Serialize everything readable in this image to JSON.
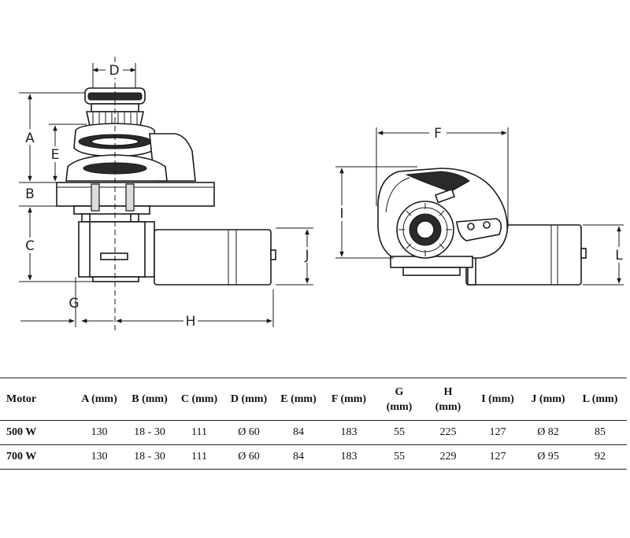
{
  "dimension_labels": {
    "A": "A",
    "B": "B",
    "C": "C",
    "D": "D",
    "E": "E",
    "F": "F",
    "G": "G",
    "H": "H",
    "I": "I",
    "J": "J",
    "L": "L"
  },
  "table": {
    "headers": [
      {
        "id": "motor",
        "text": "Motor"
      },
      {
        "id": "a",
        "text": "A (mm)"
      },
      {
        "id": "b",
        "text": "B (mm)"
      },
      {
        "id": "c",
        "text": "C (mm)"
      },
      {
        "id": "d",
        "text": "D (mm)"
      },
      {
        "id": "e",
        "text": "E (mm)"
      },
      {
        "id": "f",
        "text": "F (mm)"
      },
      {
        "id": "g",
        "line1": "G",
        "line2": "(mm)"
      },
      {
        "id": "h",
        "line1": "H",
        "line2": "(mm)"
      },
      {
        "id": "i",
        "text": "I (mm)"
      },
      {
        "id": "j",
        "text": "J (mm)"
      },
      {
        "id": "l",
        "text": "L (mm)"
      }
    ],
    "rows": [
      [
        "500 W",
        "130",
        "18 - 30",
        "111",
        "Ø 60",
        "84",
        "183",
        "55",
        "225",
        "127",
        "Ø 82",
        "85"
      ],
      [
        "700 W",
        "130",
        "18 - 30",
        "111",
        "Ø 60",
        "84",
        "183",
        "55",
        "229",
        "127",
        "Ø 95",
        "92"
      ]
    ]
  }
}
